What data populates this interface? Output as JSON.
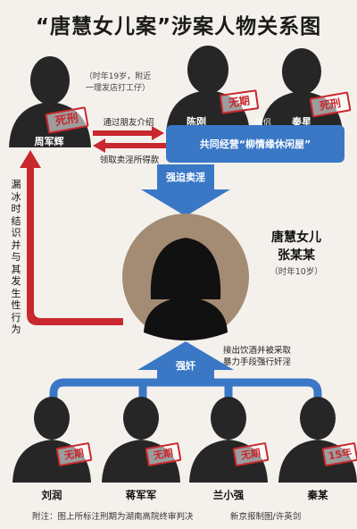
{
  "title": "“唐慧女儿案”涉案人物关系图",
  "perpetrators_top": {
    "zhou": {
      "name": "周军辉",
      "stamp": "死刑",
      "note_line1": "（时年19岁，附近",
      "note_line2": "一理发店打工仔）"
    },
    "chen": {
      "name": "陈刚",
      "stamp": "无期"
    },
    "qin": {
      "name": "秦星",
      "stamp": "死刑"
    },
    "relation_label": "情侣",
    "business": "共同经营“柳情缘休闲屋”"
  },
  "arrows": {
    "introduce": "通过朋友介绍",
    "receive": "领取卖淫所得款",
    "forced": "强迫卖淫",
    "rape": "强奸",
    "rape_note_line1": "接出饮酒并被采取",
    "rape_note_line2": "暴力手段强行奸淫",
    "vertical": "漏冰时结识并与其发生性行为"
  },
  "victim": {
    "line1": "唐慧女儿",
    "line2": "张某某",
    "age": "（时年10岁）"
  },
  "perpetrators_bottom": [
    {
      "name": "刘润",
      "stamp": "无期"
    },
    {
      "name": "蒋军军",
      "stamp": "无期"
    },
    {
      "name": "兰小强",
      "stamp": "无期"
    },
    {
      "name": "秦某",
      "stamp": "15年"
    }
  ],
  "footer": {
    "note": "附注：图上所标注刑期为湖南高院终审判决",
    "credit": "新京报制图/许英剑"
  },
  "colors": {
    "red": "#c8282e",
    "blue": "#3a78c6",
    "dark": "#262626",
    "victim_circle": "#a48b74",
    "background": "#f4f1ec"
  }
}
